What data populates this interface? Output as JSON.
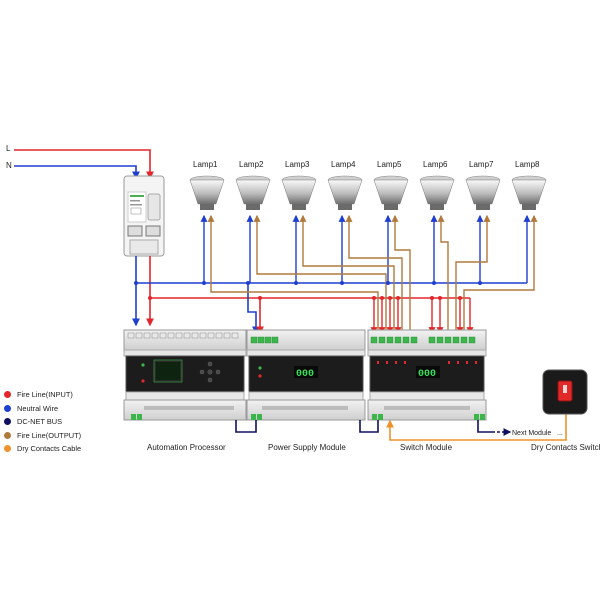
{
  "power": {
    "line_label": "L",
    "neutral_label": "N"
  },
  "lamps": [
    "Lamp1",
    "Lamp2",
    "Lamp3",
    "Lamp4",
    "Lamp5",
    "Lamp6",
    "Lamp7",
    "Lamp8"
  ],
  "modules": {
    "automation_processor": "Automation Processor",
    "power_supply": "Power Supply Module",
    "switch": "Switch Module",
    "dry_contacts_switch": "Dry Contacts Switch",
    "next_module": "Next Module",
    "psu_display": "000",
    "switch_display": "000"
  },
  "legend": [
    {
      "label": "Fire Line(INPUT)",
      "color": "#e3262b"
    },
    {
      "label": "Neutral Wire",
      "color": "#1f3fd1"
    },
    {
      "label": "DC-NET BUS",
      "color": "#101060"
    },
    {
      "label": "Fire Line(OUTPUT)",
      "color": "#b07a3c"
    },
    {
      "label": "Dry Contacts Cable",
      "color": "#f0922a"
    }
  ],
  "colors": {
    "fire_input": "#e3262b",
    "neutral": "#1f3fd1",
    "dcnet": "#101060",
    "fire_output": "#b07a3c",
    "dry_contact": "#f0922a",
    "terminal_green": "#3cb54a",
    "module_face": "#1c1c1c",
    "led_digits": "#38e05a"
  }
}
